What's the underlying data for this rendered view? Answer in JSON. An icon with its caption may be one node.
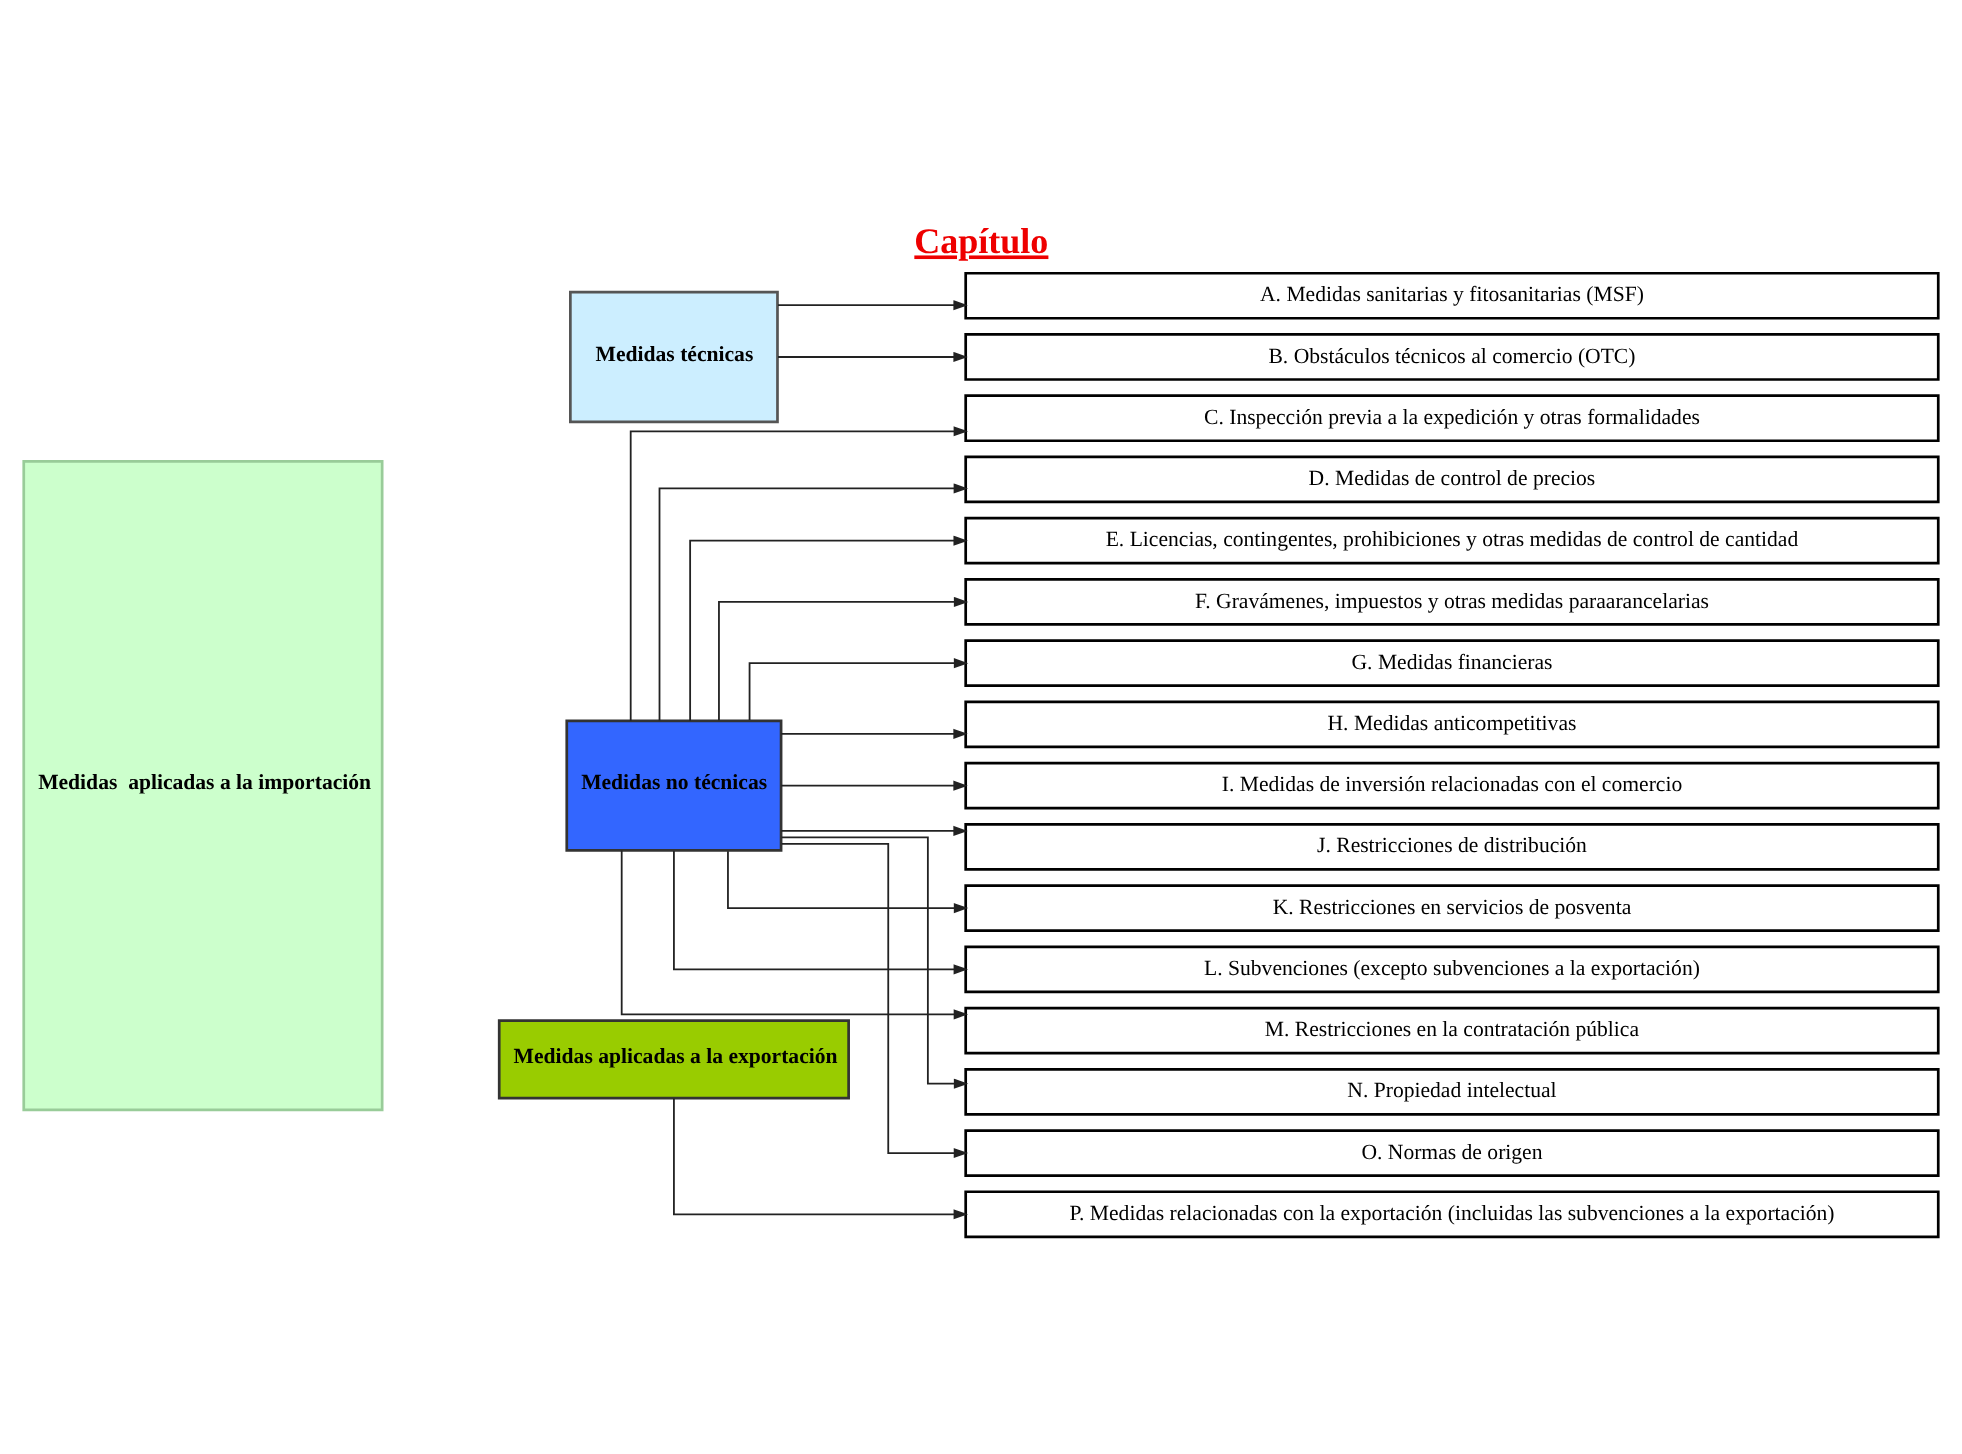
{
  "diagram": {
    "title": "Capítulo",
    "nodes": [
      {
        "text": [
          "Medidas  aplicadas a la importación"
        ]
      },
      {
        "text": [
          "Medidas técnicas"
        ]
      },
      {
        "text": [
          "A. Medidas sanitarias y fitosanitarias (MSF)"
        ]
      },
      {
        "text": [
          "B. Obstáculos técnicos al comercio (OTC)"
        ]
      },
      {
        "text": [
          "Medidas no técnicas"
        ]
      },
      {
        "text": [
          "C. Inspección previa a la expedición y otras formalidades"
        ]
      },
      {
        "text": [
          "D. Medidas de control de precios"
        ]
      },
      {
        "text": [
          "E. Licencias, contingentes, prohibiciones y otras medidas de control de cantidad"
        ]
      },
      {
        "text": [
          "F. Gravámenes, impuestos y otras medidas paraarancelarias"
        ]
      },
      {
        "text": [
          "G. Medidas financieras"
        ]
      },
      {
        "text": [
          "H. Medidas anticompetitivas"
        ]
      },
      {
        "text": [
          "I. Medidas de inversión relacionadas con el comercio"
        ]
      },
      {
        "text": [
          "J. Restricciones de distribución"
        ]
      },
      {
        "text": [
          "K. Restricciones en servicios de posventa"
        ]
      },
      {
        "text": [
          "L. Subvenciones (excepto subvenciones a la exportación)"
        ]
      },
      {
        "text": [
          "M. Restricciones en la contratación pública"
        ]
      },
      {
        "text": [
          "N. Propiedad intelectual"
        ]
      },
      {
        "text": [
          "O. Normas de origen"
        ]
      },
      {
        "text": [
          "Medidas aplicadas a la exportación"
        ]
      },
      {
        "text": [
          "P. Medidas relacionadas con la exportación (incluidas las subvenciones a la exportación)"
        ]
      }
    ],
    "edges": [
      {
        "from": 1,
        "to": 2,
        "arrow": "to"
      },
      {
        "from": 1,
        "to": 3,
        "arrow": "to"
      },
      {
        "from": 4,
        "to": 5,
        "arrow": "to"
      },
      {
        "from": 4,
        "to": 6,
        "arrow": "to"
      },
      {
        "from": 4,
        "to": 7,
        "arrow": "to"
      },
      {
        "from": 4,
        "to": 8,
        "arrow": "to"
      },
      {
        "from": 4,
        "to": 9,
        "arrow": "to"
      },
      {
        "from": 4,
        "to": 10,
        "arrow": "to"
      },
      {
        "from": 4,
        "to": 11,
        "arrow": "to"
      },
      {
        "from": 4,
        "to": 12,
        "arrow": "to"
      },
      {
        "from": 4,
        "to": 13,
        "arrow": "to"
      },
      {
        "from": 4,
        "to": 14,
        "arrow": "to"
      },
      {
        "from": 4,
        "to": 15,
        "arrow": "to"
      },
      {
        "from": 4,
        "to": 16,
        "arrow": "to"
      },
      {
        "from": 4,
        "to": 17,
        "arrow": "to"
      },
      {
        "from": 18,
        "to": 19,
        "arrow": "to"
      }
    ]
  }
}
